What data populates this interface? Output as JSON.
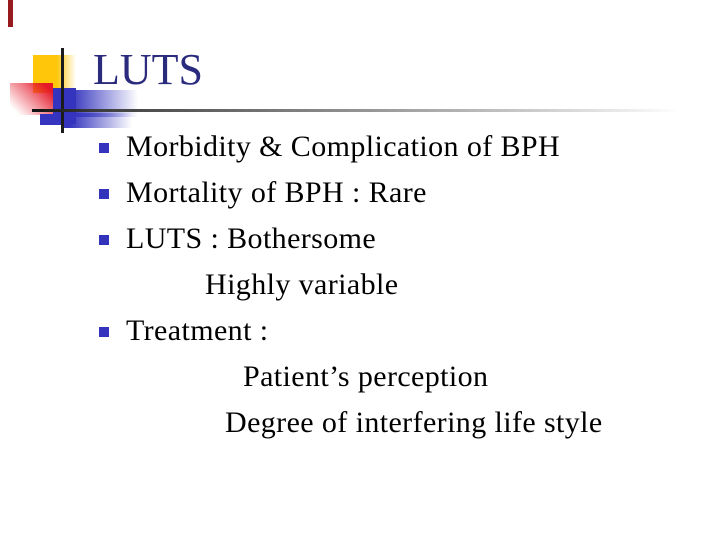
{
  "slide": {
    "title": "LUTS",
    "colors": {
      "title_text": "#2B2B7E",
      "body_text": "#000000",
      "bullet": "#3333BB",
      "deco_yellow": "#FFC60A",
      "deco_red": "#E51728",
      "deco_blue": "#3434BE",
      "deco_corner_bar": "#971B1E",
      "rule_dark_end": "#111111"
    },
    "lines": [
      {
        "text": "Morbidity & Complication of BPH",
        "bullet": true
      },
      {
        "text": "Mortality of BPH : Rare",
        "bullet": true
      },
      {
        "text": "LUTS : Bothersome",
        "bullet": true
      },
      {
        "text": "Highly variable",
        "bullet": false
      },
      {
        "text": "Treatment :",
        "bullet": true
      },
      {
        "text": "Patient’s perception",
        "bullet": false
      },
      {
        "text": "Degree of interfering life style",
        "bullet": false
      }
    ]
  }
}
